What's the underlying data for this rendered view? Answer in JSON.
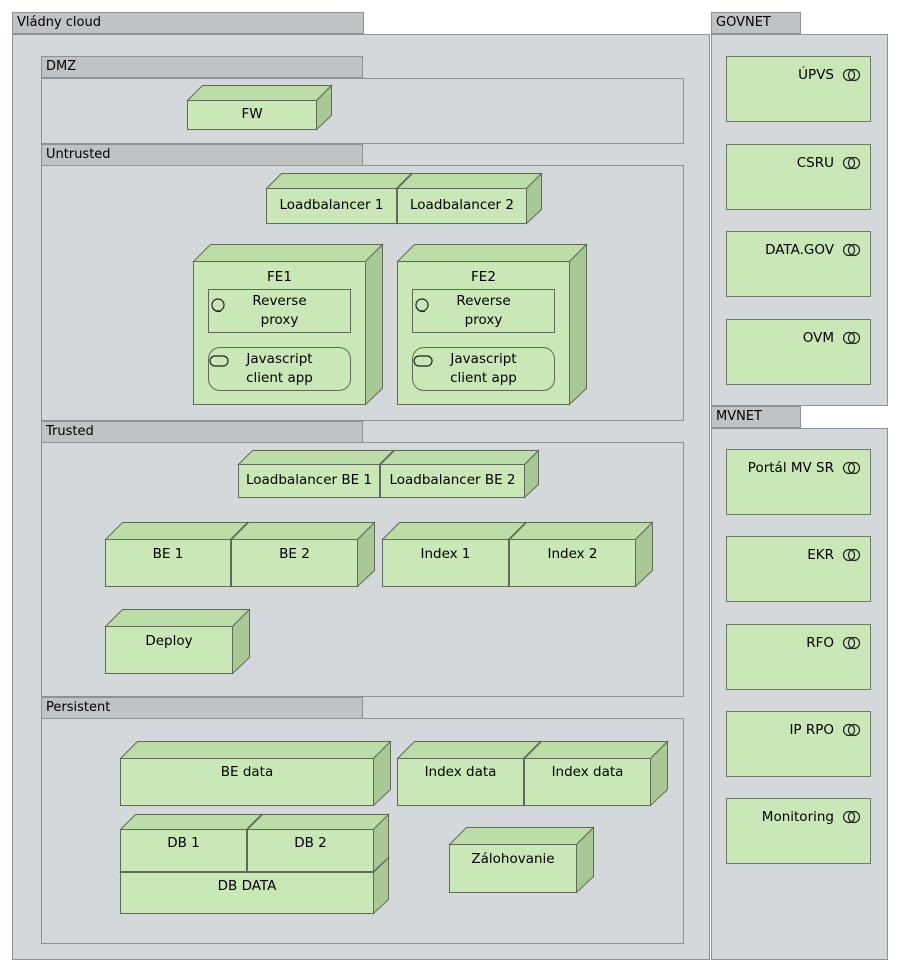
{
  "groups": {
    "vladny": "Vládny cloud",
    "dmz": "DMZ",
    "untrusted": "Untrusted",
    "trusted": "Trusted",
    "persistent": "Persistent",
    "govnet": "GOVNET",
    "mvnet": "MVNET"
  },
  "dmz": {
    "fw": "FW"
  },
  "untrusted": {
    "lb1": "Loadbalancer 1",
    "lb2": "Loadbalancer 2",
    "fe1": {
      "title": "FE1",
      "proxy": "Reverse proxy",
      "app": "Javascript client app"
    },
    "fe2": {
      "title": "FE2",
      "proxy": "Reverse proxy",
      "app": "Javascript client app"
    }
  },
  "trusted": {
    "lbbe1": "Loadbalancer BE 1",
    "lbbe2": "Loadbalancer BE 2",
    "be1": "BE 1",
    "be2": "BE 2",
    "index1": "Index 1",
    "index2": "Index 2",
    "deploy": "Deploy"
  },
  "persistent": {
    "bedata": "BE data",
    "indexdata1": "Index data",
    "indexdata2": "Index data",
    "db1": "DB 1",
    "db2": "DB 2",
    "dbdata": "DB DATA",
    "backup": "Zálohovanie"
  },
  "govnet": [
    "ÚPVS",
    "CSRU",
    "DATA.GOV",
    "OVM"
  ],
  "mvnet": [
    "Portál MV SR",
    "EKR",
    "RFO",
    "IP RPO",
    "Monitoring"
  ],
  "colors": {
    "node_fill": "#c9e7b7",
    "node_side": "#a8c995",
    "group_fill": "#d5d8da",
    "tab_fill": "#c0c2c4"
  }
}
